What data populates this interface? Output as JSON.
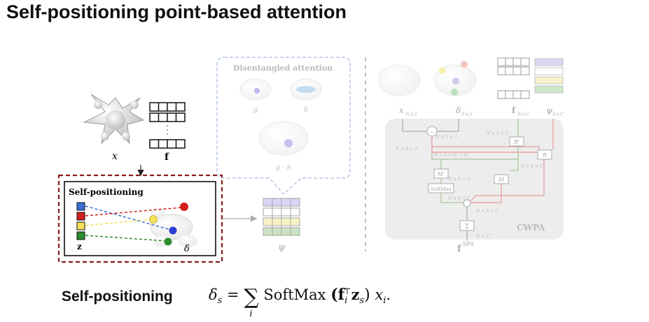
{
  "title": "Self-positioning point-based attention",
  "labels": {
    "x": "x",
    "f": "f",
    "self_positioning_box": "Self-positioning",
    "z": "z",
    "delta": "δ",
    "psi": "ψ",
    "disentangled": "Disentangled attention",
    "g": "g",
    "h": "h",
    "gh": "g · h",
    "x_right": "x",
    "x_sub": "N×3",
    "delta_right": "δ",
    "delta_sub": "S×3",
    "f_right": "f",
    "f_sub": "N×C",
    "psi_right": "ψ",
    "psi_sub": "S×C",
    "cwpa": "CWPA",
    "softmax_node": "SoftMax",
    "r_prime": "R'",
    "r_node": "R",
    "m_prime": "M'",
    "m_node": "M",
    "sum_node": "Σ",
    "dim_n_s_3": "N × S × 3",
    "dim_n_s_3_top": "N × S × 3",
    "dim_n_s_c": "N × S × C",
    "dim_n_s_c2": "N × S × C",
    "dim_n_s_c_h": "N × S × (C + h)",
    "dim_n_s_c3": "N × S × C",
    "dim_n_s_c4": "N × S × C",
    "dim_n_s_c5": "N × S × C",
    "dim_n_c": "N × C",
    "output": "f",
    "output_sup": "SPA"
  },
  "equation": {
    "label": "Self-positioning",
    "lhs": "δ",
    "lhs_sub": "s",
    "equals": "=",
    "sum": "∑",
    "sum_sub": "i",
    "softmax": "SoftMax",
    "arg": "(f",
    "arg_sub": "i",
    "arg_sup": "⊤",
    "arg_z": "z",
    "arg_z_sub": "s",
    "close": ")",
    "tail": "x",
    "tail_sub": "i",
    "end": "."
  },
  "colors": {
    "dashed_red": "#8b1a1a",
    "blue": "#3b6fd6",
    "red": "#d21d1d",
    "yellow": "#f2e25a",
    "green": "#2e8b2e",
    "faded_lavender": "#cdc8f0",
    "faded_yellow": "#f5eeb5",
    "faded_green": "#b9dcb0",
    "faded_blue_outline": "#b7c8e6",
    "cwpa_bg": "#e6e6e6",
    "line_red": "#e89a9a",
    "line_green": "#a9c79a"
  }
}
